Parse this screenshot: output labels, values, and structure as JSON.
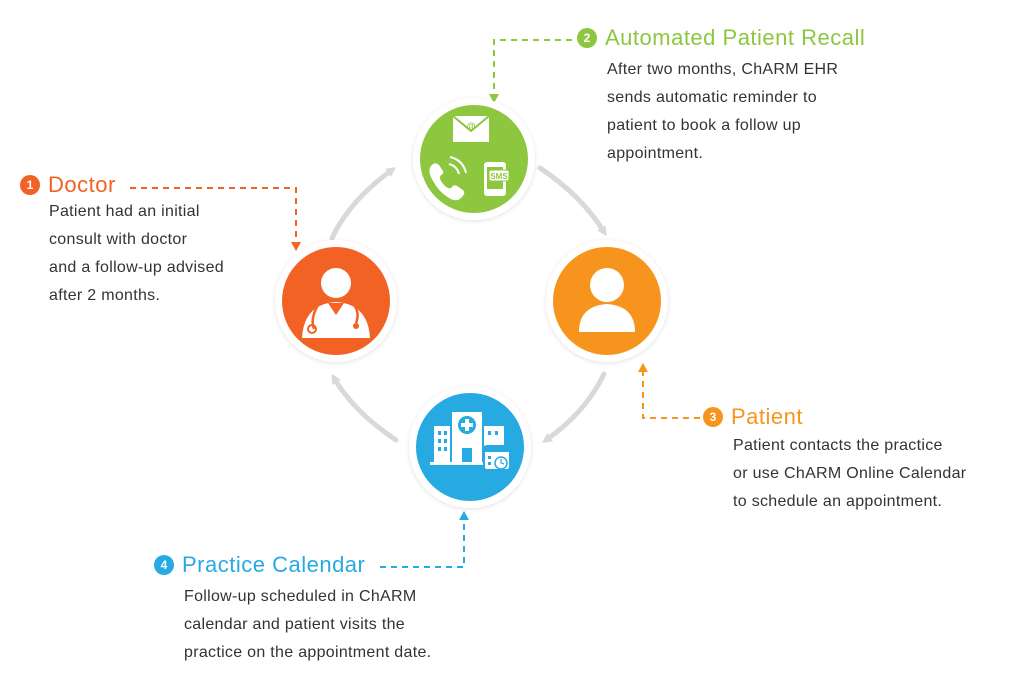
{
  "colors": {
    "doctor": "#f26224",
    "recall": "#8dc63f",
    "patient": "#f7941d",
    "calendar": "#27aae1",
    "arrow": "#d9d9d9"
  },
  "icons": {
    "doctor": "doctor-icon",
    "recall": "envelope-phone-sms-icon",
    "patient": "user-icon",
    "calendar": "hospital-calendar-icon"
  },
  "steps": {
    "doctor": {
      "number": "1",
      "title": "Doctor",
      "lines": [
        "Patient had an initial",
        "consult with doctor",
        "and a follow-up advised",
        "after 2 months."
      ]
    },
    "recall": {
      "number": "2",
      "title": "Automated Patient Recall",
      "lines": [
        "After two months, ChARM EHR",
        "sends automatic reminder to",
        "patient to book a follow up",
        "appointment."
      ]
    },
    "patient": {
      "number": "3",
      "title": "Patient",
      "lines": [
        "Patient contacts the practice",
        "or use ChARM Online Calendar",
        "to schedule an appointment."
      ]
    },
    "calendar": {
      "number": "4",
      "title": "Practice Calendar",
      "lines": [
        "Follow-up scheduled in ChARM",
        "calendar and patient visits the",
        "practice on the appointment date."
      ]
    }
  },
  "recall_sms_label": "SMS",
  "recall_at_label": "@"
}
